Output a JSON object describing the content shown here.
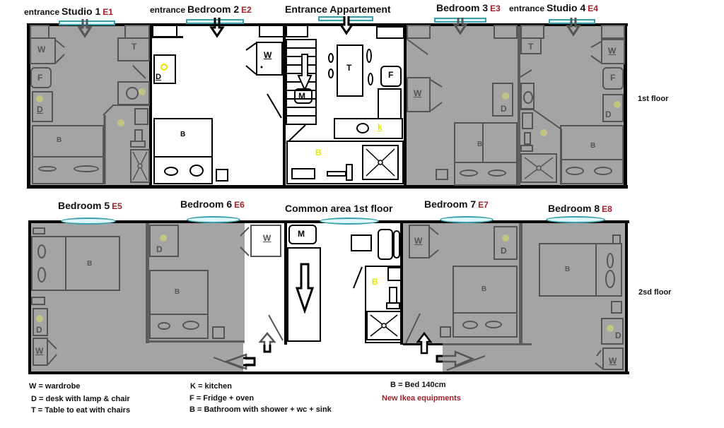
{
  "floors": {
    "first": {
      "label": "1st floor",
      "rooms": [
        {
          "prefix": "entrance",
          "name": "Studio 1",
          "code": "E1"
        },
        {
          "prefix": "entrance",
          "name": "Bedroom 2",
          "code": "E2"
        },
        {
          "prefix": "",
          "name": "Entrance Appartement",
          "code": ""
        },
        {
          "prefix": "",
          "name": "Bedroom 3",
          "code": "E3"
        },
        {
          "prefix": "entrance",
          "name": "Studio 4",
          "code": "E4"
        }
      ]
    },
    "second": {
      "label": "2sd floor",
      "rooms": [
        {
          "name": "Bedroom 5",
          "code": "E5"
        },
        {
          "name": "Bedroom 6",
          "code": "E6"
        },
        {
          "name": "Common area 1st floor",
          "code": ""
        },
        {
          "name": "Bedroom 7",
          "code": "E7"
        },
        {
          "name": "Bedroom 8",
          "code": "E8"
        }
      ]
    }
  },
  "symbols": {
    "W": "W",
    "D": "D",
    "T": "T",
    "F": "F",
    "B": "B",
    "K": "k",
    "M": "M"
  },
  "legend": {
    "col1": [
      "W = wardrobe",
      "D = desk with lamp & chair",
      "T = Table to eat with chairs"
    ],
    "col2": [
      "K = kitchen",
      "F = Fridge + oven",
      "B = Bathroom with shower + wc + sink"
    ],
    "col3": [
      "B = Bed 140cm"
    ],
    "note": "New Ikea equipments"
  },
  "colors": {
    "room_gray": "#a4a4a4",
    "wall": "#000000",
    "window": "#3a9fa8",
    "code_red": "#a0202a",
    "highlight_yellow": "#e6e600"
  }
}
